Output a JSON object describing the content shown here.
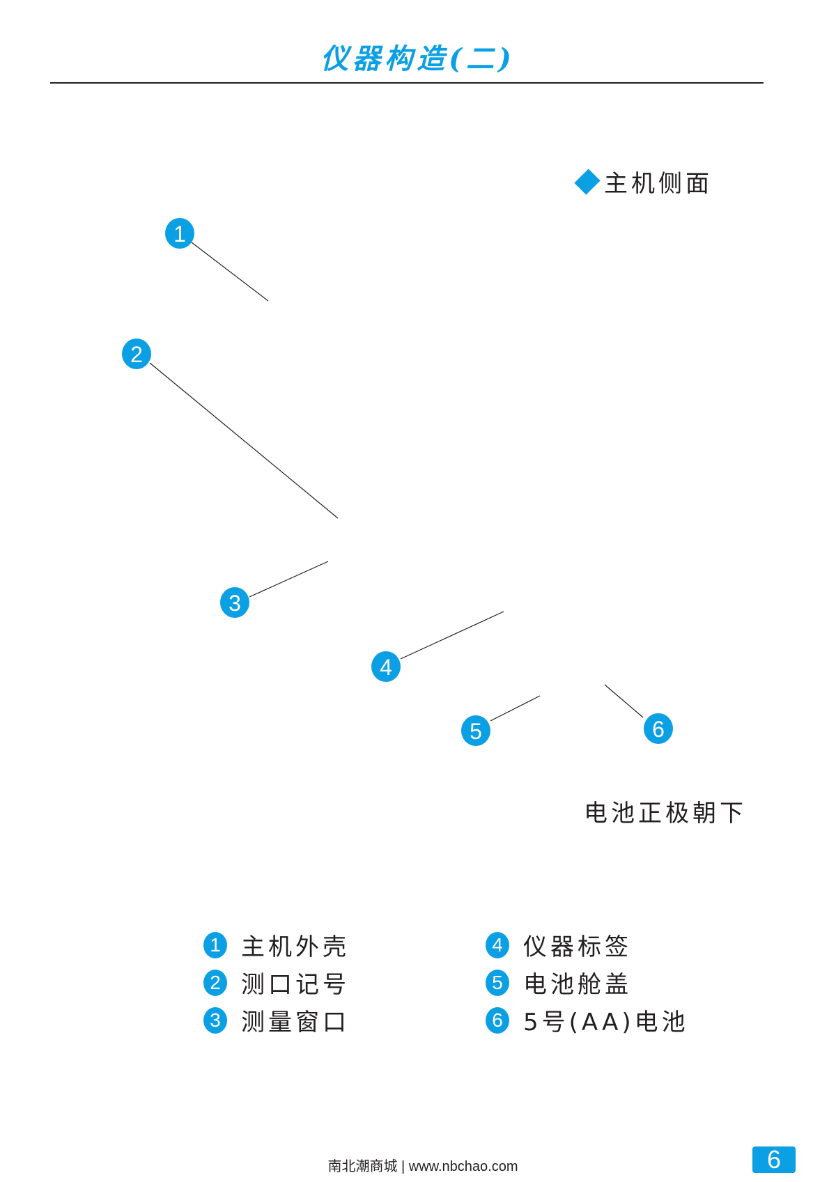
{
  "title": "仪器构造(二)",
  "section_heading": "主机侧面",
  "battery_note": "电池正极朝下",
  "callouts": [
    "1",
    "2",
    "3",
    "4",
    "5",
    "6"
  ],
  "legend": [
    {
      "num": "1",
      "label": "主机外壳"
    },
    {
      "num": "2",
      "label": "测口记号"
    },
    {
      "num": "3",
      "label": "测量窗口"
    },
    {
      "num": "4",
      "label": "仪器标签"
    },
    {
      "num": "5",
      "label": "电池舱盖"
    },
    {
      "num": "6",
      "label": "5号(AA)电池"
    }
  ],
  "footer": "南北潮商城 | www.nbchao.com",
  "page_number": "6",
  "colors": {
    "accent": "#0b9fe3",
    "text": "#231f20"
  }
}
